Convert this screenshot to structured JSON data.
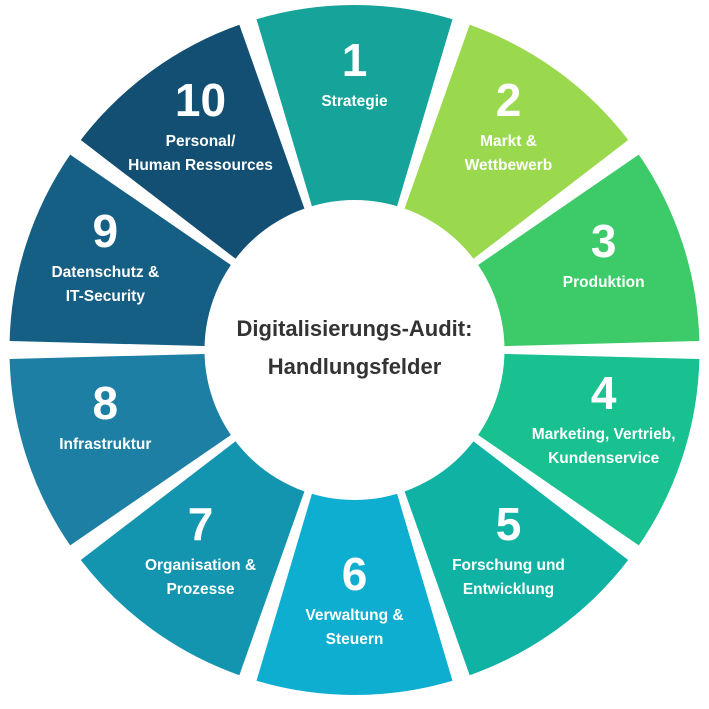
{
  "title": {
    "lines": [
      "Digitalisierungs-Audit:",
      "Handlungsfelder"
    ]
  },
  "segments": [
    {
      "number": "1",
      "lines": [
        "Strategie"
      ],
      "color": "#16a39a"
    },
    {
      "number": "2",
      "lines": [
        "Markt &",
        "Wettbewerb"
      ],
      "color": "#9ad94d"
    },
    {
      "number": "3",
      "lines": [
        "Produktion"
      ],
      "color": "#3dcb6a"
    },
    {
      "number": "4",
      "lines": [
        "Marketing, Vertrieb,",
        "Kundenservice"
      ],
      "color": "#18c18f"
    },
    {
      "number": "5",
      "lines": [
        "Forschung und",
        "Entwicklung"
      ],
      "color": "#10b3a3"
    },
    {
      "number": "6",
      "lines": [
        "Verwaltung &",
        "Steuern"
      ],
      "color": "#0eaed0"
    },
    {
      "number": "7",
      "lines": [
        "Organisation &",
        "Prozesse"
      ],
      "color": "#1395b0"
    },
    {
      "number": "8",
      "lines": [
        "Infrastruktur"
      ],
      "color": "#1d7fa3"
    },
    {
      "number": "9",
      "lines": [
        "Datenschutz &",
        "IT-Security"
      ],
      "color": "#155f84"
    },
    {
      "number": "10",
      "lines": [
        "Personal/",
        "Human Ressources"
      ],
      "color": "#124f72"
    }
  ]
}
